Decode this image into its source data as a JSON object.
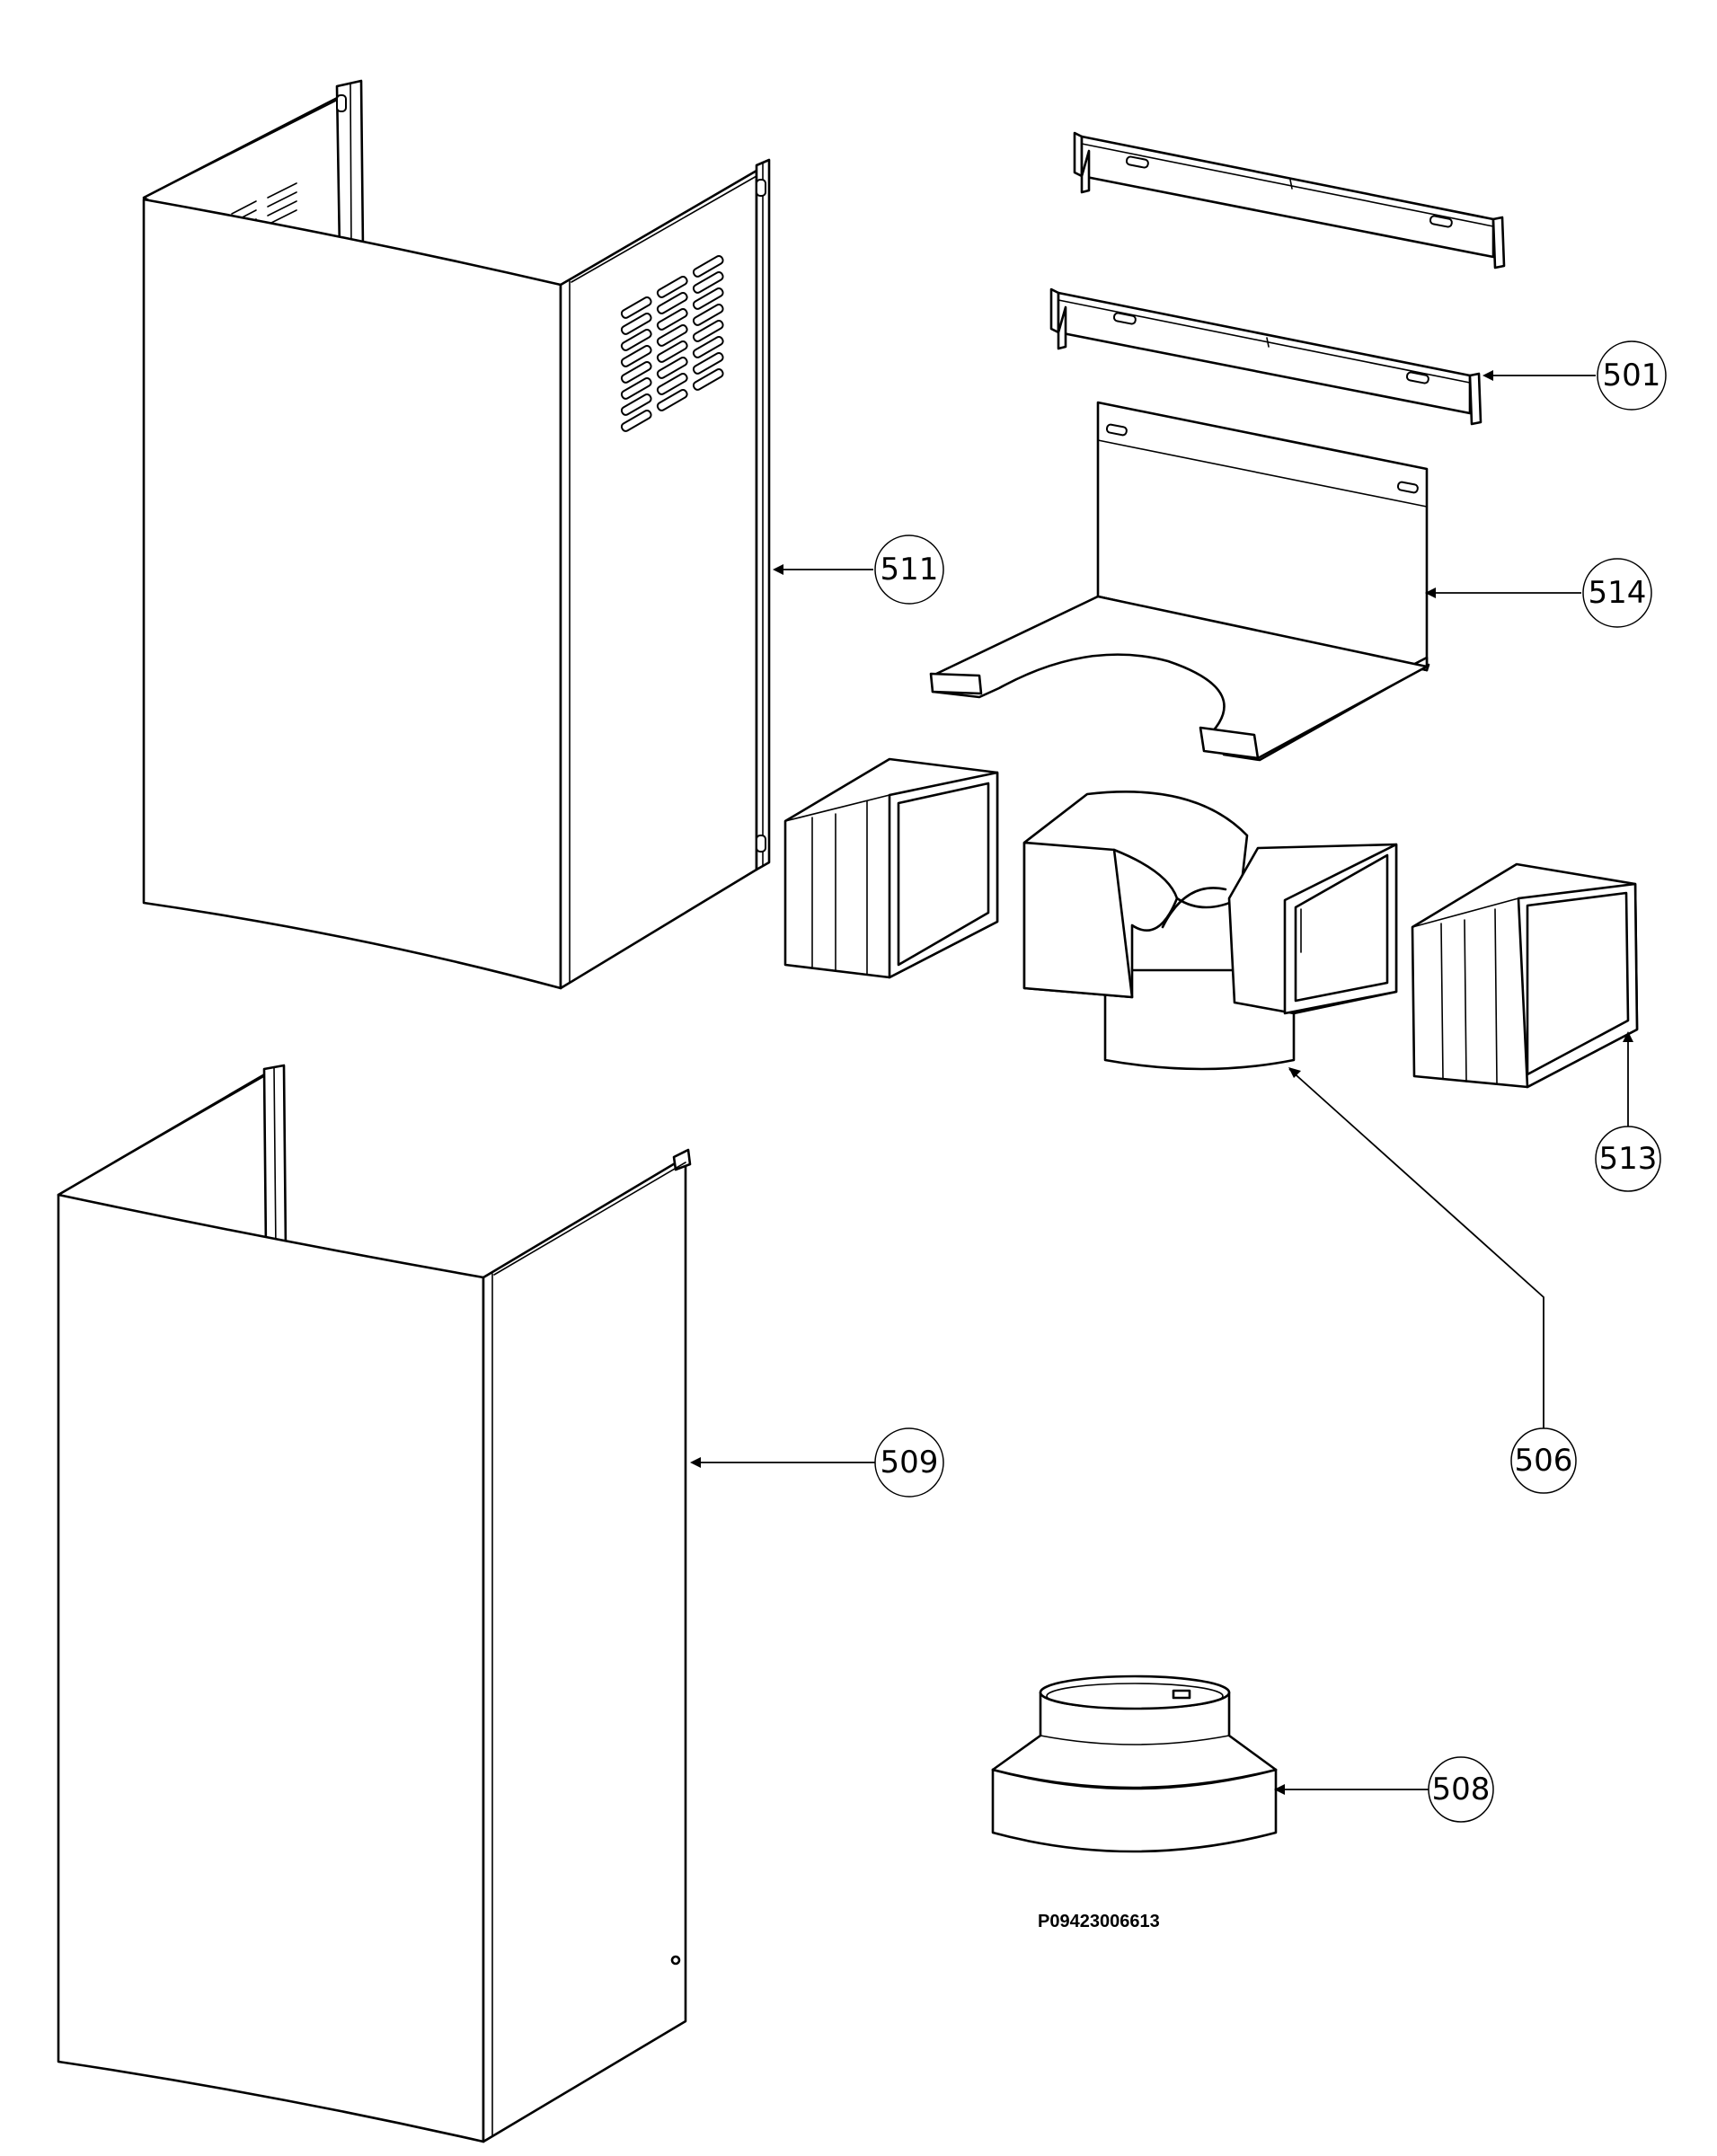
{
  "callouts": {
    "c501": "501",
    "c511": "511",
    "c514": "514",
    "c513": "513",
    "c506": "506",
    "c509": "509",
    "c508": "508"
  },
  "drawing_code": "P09423006613"
}
